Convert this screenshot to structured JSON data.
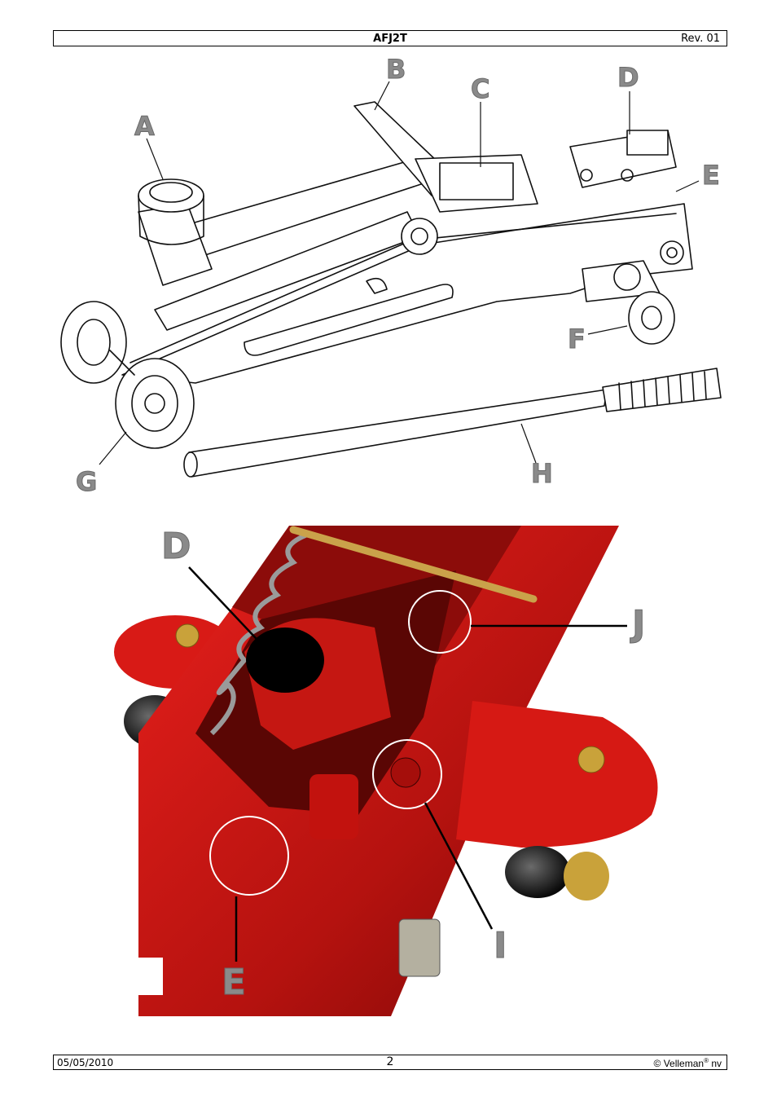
{
  "header": {
    "model": "AFJ2T",
    "revision": "Rev. 01"
  },
  "figure1": {
    "labels": {
      "a": "A",
      "b": "B",
      "c": "C",
      "d": "D",
      "e": "E",
      "f": "F",
      "g": "G",
      "h": "H"
    }
  },
  "figure2": {
    "labels": {
      "d": "D",
      "j": "J",
      "i": "I",
      "e": "E"
    }
  },
  "footer": {
    "date": "05/05/2010",
    "page": "2",
    "copyright": "© Velleman",
    "registered": "®",
    "suffix": " nv"
  }
}
